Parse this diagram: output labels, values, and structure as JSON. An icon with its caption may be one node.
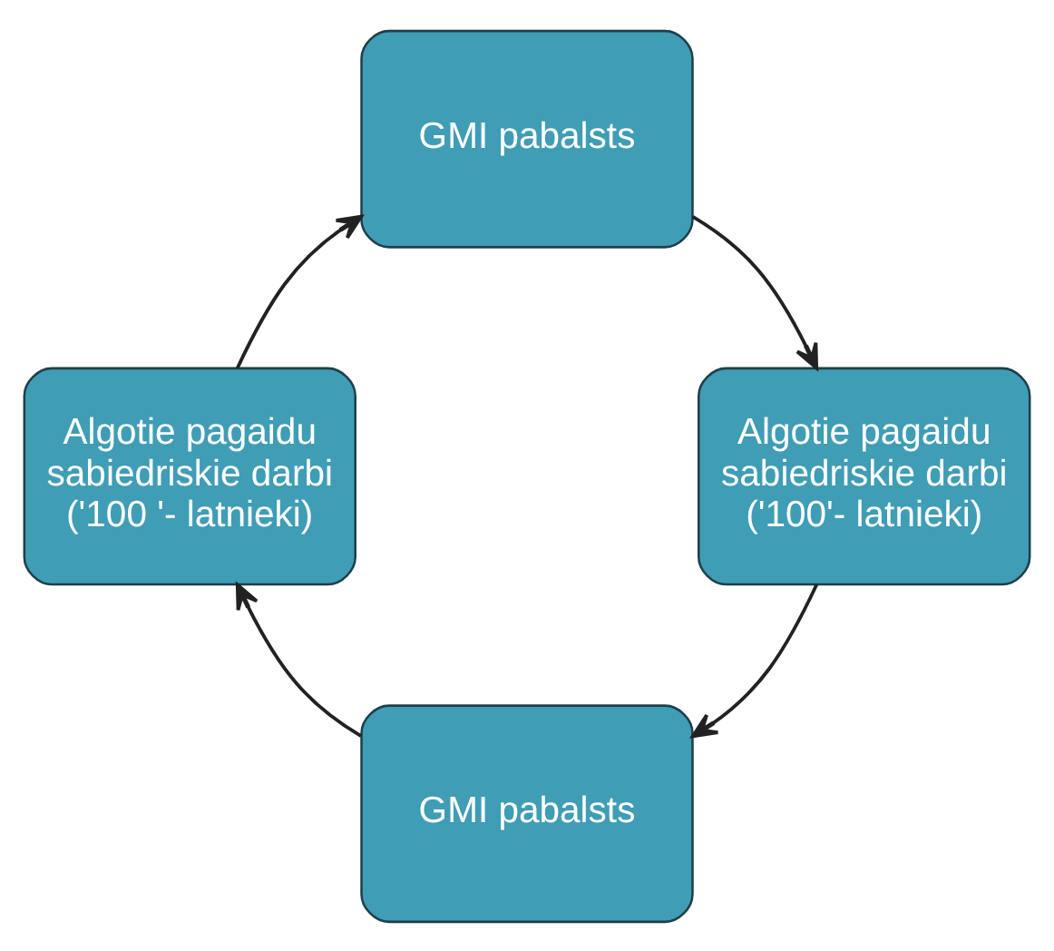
{
  "diagram": {
    "nodes": [
      {
        "text": [
          "GMI pabalsts"
        ]
      },
      {
        "text": [
          "Algotie pagaidu sabiedriskie darbi ('100'- latnieki)"
        ]
      },
      {
        "text": [
          "Algotie pagaidu sabiedriskie darbi ('100 '- latnieki)"
        ]
      },
      {
        "text": [
          "GMI pabalsts"
        ]
      }
    ],
    "edges": [
      {
        "from": 0,
        "to": 2,
        "arrow": "to"
      },
      {
        "from": 2,
        "to": 3,
        "arrow": "to"
      },
      {
        "from": 3,
        "to": 1,
        "arrow": "to"
      },
      {
        "from": 1,
        "to": 0,
        "arrow": "to"
      }
    ]
  }
}
